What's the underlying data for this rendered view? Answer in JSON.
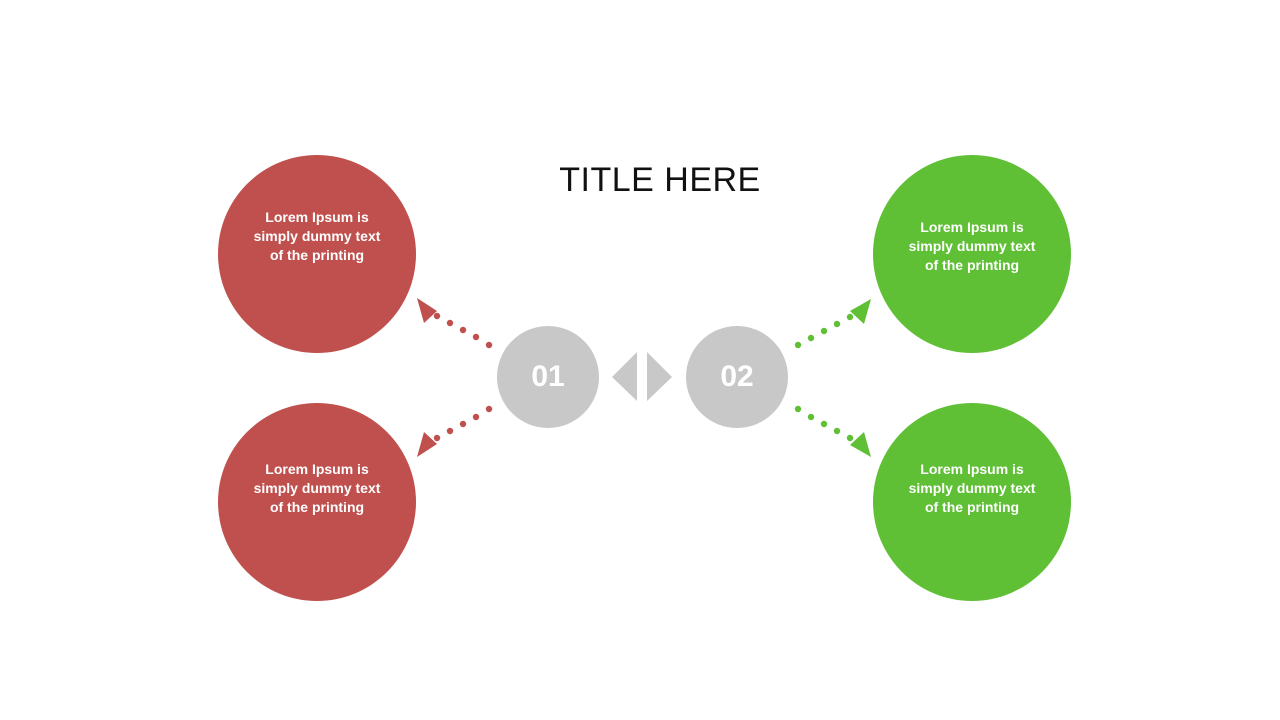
{
  "title": "TITLE HERE",
  "hubs": {
    "left": "01",
    "right": "02"
  },
  "bubbles": {
    "top_left": "Lorem Ipsum is simply dummy text of the printing",
    "bottom_left": "Lorem Ipsum is simply dummy text of the printing",
    "top_right": "Lorem Ipsum is simply dummy text of the printing",
    "bottom_right": "Lorem Ipsum is simply dummy text of the printing"
  },
  "colors": {
    "red": "#c0504d",
    "green": "#5fbf35",
    "grey": "#c8c8c8"
  }
}
